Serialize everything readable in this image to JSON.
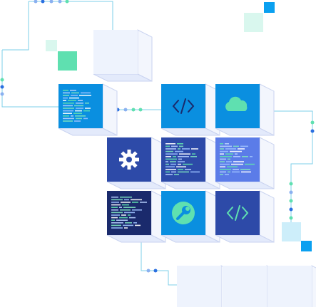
{
  "illustration": {
    "kind": "isometric-code-cubes",
    "tiles": [
      {
        "id": "code-panel-left",
        "content": "code-lines",
        "face_color": "#0a8fe0",
        "side_color": "#eef3fb"
      },
      {
        "id": "code-brackets-top",
        "content": "code-brackets-icon",
        "face_color": "#0a8fe0",
        "side_color": "#eef3fb"
      },
      {
        "id": "cloud",
        "content": "cloud-icon",
        "face_color": "#0a8fe0",
        "side_color": "#eef3fb"
      },
      {
        "id": "gear",
        "content": "gear-icon",
        "face_color": "#2d4aa8",
        "side_color": "#eef3fb"
      },
      {
        "id": "code-panel-middle",
        "content": "code-lines",
        "face_color": "#2d4aa8",
        "side_color": "#eef3fb"
      },
      {
        "id": "code-panel-right",
        "content": "code-lines",
        "face_color": "#5b7ce8",
        "side_color": "#eef3fb"
      },
      {
        "id": "code-panel-dark",
        "content": "code-lines",
        "face_color": "#1a2a6c",
        "side_color": "#eef3fb"
      },
      {
        "id": "wrench",
        "content": "wrench-icon",
        "face_color": "#0a8fe0",
        "side_color": "#eef3fb"
      },
      {
        "id": "code-brackets-bottom",
        "content": "code-brackets-icon",
        "face_color": "#2d4aa8",
        "side_color": "#eef3fb"
      }
    ],
    "colors": {
      "connector_line": "#7ecfe8",
      "connector_dot_blue": "#2a6fe0",
      "connector_dot_green": "#5fe0b0",
      "accent_blue": "#0aa0f0",
      "accent_green": "#3fe0a8",
      "pale_green": "#d9f7ee",
      "pale_blue": "#cdeefa",
      "cube_outline": "#c9d3f0"
    }
  }
}
